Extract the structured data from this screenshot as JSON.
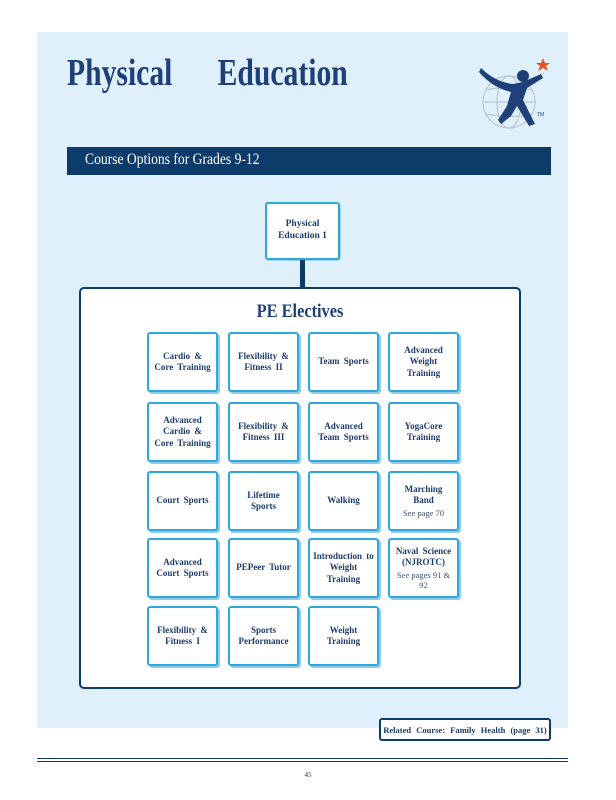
{
  "header": {
    "title_word1": "Physical",
    "title_word2": "Education",
    "logo_icon": "star-figure-icon",
    "logo_mark": "TM"
  },
  "banner": {
    "text": "Course Options for Grades 9-12"
  },
  "prerequisite": {
    "line1": "Physical",
    "line2": "Education 1"
  },
  "electives": {
    "title": "PE Electives",
    "courses": [
      {
        "name": "Cardio & Core Training",
        "note": ""
      },
      {
        "name": "Flexibility & Fitness II",
        "note": ""
      },
      {
        "name": "Team Sports",
        "note": ""
      },
      {
        "name": "Advanced Weight Training",
        "note": ""
      },
      {
        "name": "Advanced Cardio & Core Training",
        "note": ""
      },
      {
        "name": "Flexibility & Fitness III",
        "note": ""
      },
      {
        "name": "Advanced Team Sports",
        "note": ""
      },
      {
        "name": "YogaCore Training",
        "note": ""
      },
      {
        "name": "Court Sports",
        "note": ""
      },
      {
        "name": "Lifetime Sports",
        "note": ""
      },
      {
        "name": "Walking",
        "note": ""
      },
      {
        "name": "Marching Band",
        "note": "See page 70"
      },
      {
        "name": "Advanced Court Sports",
        "note": ""
      },
      {
        "name": "PEPeer Tutor",
        "note": ""
      },
      {
        "name": "Introduction to Weight Training",
        "note": ""
      },
      {
        "name": "Naval Science (NJROTC)",
        "note": "See pages 91 & 92"
      },
      {
        "name": "Flexibility & Fitness I",
        "note": ""
      },
      {
        "name": "Sports Performance",
        "note": ""
      },
      {
        "name": "Weight Training",
        "note": ""
      }
    ]
  },
  "related": {
    "text": "Related Course: Family Health (page 31)"
  },
  "footer": {
    "page_number": "45"
  },
  "colors": {
    "navy": "#0d3c6b",
    "box_border": "#2ea8da",
    "panel_bg": "#dff0fb",
    "star": "#e8542a"
  }
}
